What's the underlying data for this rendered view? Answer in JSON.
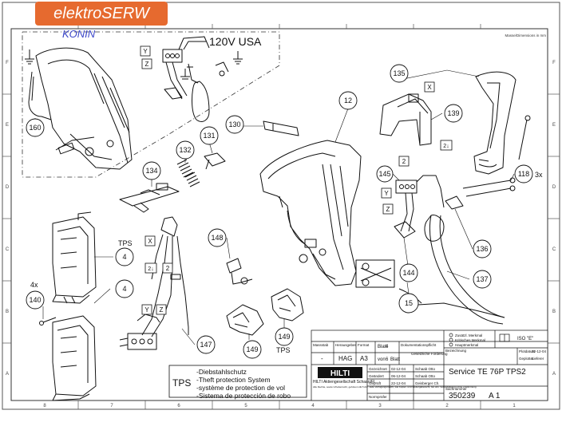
{
  "logo": {
    "brand": "elektroSERW",
    "city": "KONIN"
  },
  "sheet": {
    "note": "Masse/Dimensions in mm",
    "header_text": "120V USA",
    "row_letters": [
      "F",
      "E",
      "D",
      "C",
      "B",
      "A"
    ],
    "col_numbers": [
      "8",
      "7",
      "6",
      "5",
      "4",
      "3",
      "2",
      "1"
    ]
  },
  "callouts": [
    {
      "id": "c160",
      "label": "160"
    },
    {
      "id": "c12",
      "label": "12"
    },
    {
      "id": "c135",
      "label": "135"
    },
    {
      "id": "c130",
      "label": "130"
    },
    {
      "id": "c131",
      "label": "131"
    },
    {
      "id": "c132",
      "label": "132"
    },
    {
      "id": "c134",
      "label": "134"
    },
    {
      "id": "c139",
      "label": "139"
    },
    {
      "id": "c118",
      "label": "118"
    },
    {
      "id": "c145",
      "label": "145"
    },
    {
      "id": "c148",
      "label": "148"
    },
    {
      "id": "c4a",
      "label": "4"
    },
    {
      "id": "c4b",
      "label": "4"
    },
    {
      "id": "c140",
      "label": "140"
    },
    {
      "id": "c136",
      "label": "136"
    },
    {
      "id": "c137",
      "label": "137"
    },
    {
      "id": "c144",
      "label": "144"
    },
    {
      "id": "c15",
      "label": "15"
    },
    {
      "id": "c147",
      "label": "147"
    },
    {
      "id": "c149a",
      "label": "149"
    },
    {
      "id": "c149b",
      "label": "149"
    }
  ],
  "labels": {
    "x1": "X",
    "y1": "Y",
    "z1": "Z",
    "x2": "X",
    "two": "2",
    "twoA": "2↓",
    "x3": "X",
    "twoB": "2↓",
    "two2": "2",
    "y2": "Y",
    "z2": "Z",
    "y3": "Y",
    "z3": "Z",
    "tps1": "TPS",
    "tps2": "TPS",
    "four_x": "4x",
    "three_x": "3x"
  },
  "legend": {
    "key": "TPS",
    "lines": [
      "-Diebstahlschutz",
      "-Theft protection System",
      "-système de protection de vol",
      "-Sistema de protección de robo"
    ]
  },
  "title_block": {
    "massstab_h": "Massstab",
    "herausgeber_h": "Herausgeber",
    "format_h": "Format",
    "blatt_h": "Blatt",
    "blatt_v": "4",
    "von_h": "von",
    "von_v": "6",
    "blatt_word": "Blatt",
    "massstab_v": "-",
    "herausgeber_v": "HAG",
    "format_v": "A3",
    "doku_h": "Dokumentationspflicht",
    "doku_v": "Gesetzliche Forderung",
    "zus": "Zusätzl. Merkmal",
    "krit": "Kritisches Merkmal",
    "haupt": "Hauptmerkmal",
    "iso": "ISO \"E\"",
    "brand": "HILTI",
    "company": "HILTI Aktiengesellschaft Schaan/FL",
    "fineprint": "Alle Rechte, sowie Urheberrecht, gehören HILTI AG. Jede Verfügungsmacht, wie Kopier- und Weitergaberecht, bei uns. Vervielfältigung ohne Zustimmung",
    "gez_h": "Gezeichnet",
    "gez_d": "02-12-04",
    "gez_n": "Schaab Otto",
    "geae_h": "Geändert",
    "geae_d": "06-12-04",
    "geae_n": "Schaab Otto",
    "gep_h": "Geprüft",
    "gep_d": "22-12-04",
    "gep_n": "Geisberger Ch.",
    "norm_h": "Normprüfer",
    "plot_h": "Plotdatum",
    "plot_v": "22-12-04",
    "geplo_h": "Geplottet",
    "geplo_v": "Lieferer",
    "bez_h": "Bezeichnung",
    "bez_v": "Service TE 76P TPS2",
    "sach_h": "Sachnummer",
    "sach_v": "350239",
    "sach_rev": "A 1"
  }
}
